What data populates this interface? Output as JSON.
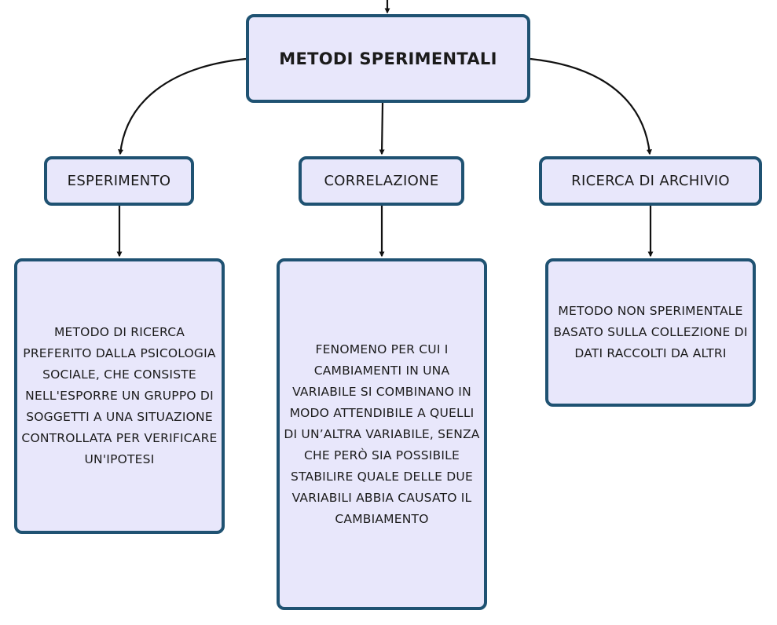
{
  "colors": {
    "node_fill": "#e8e7fb",
    "node_border": "#1f5272",
    "connector": "#111111"
  },
  "root": {
    "label": "METODI SPERIMENTALI"
  },
  "categories": [
    {
      "label": "ESPERIMENTO",
      "description": "METODO DI RICERCA PREFERITO DALLA PSICOLOGIA SOCIALE, CHE CONSISTE NELL'ESPORRE UN GRUPPO DI SOGGETTI A UNA SITUAZIONE CONTROLLATA PER VERIFICARE UN'IPOTESI"
    },
    {
      "label": "CORRELAZIONE",
      "description": "FENOMENO PER CUI I CAMBIAMENTI IN UNA VARIABILE SI COMBINANO IN MODO ATTENDIBILE A QUELLI DI UN’ALTRA VARIABILE, SENZA CHE PERÒ SIA POSSIBILE STABILIRE QUALE DELLE DUE VARIABILI ABBIA CAUSATO IL CAMBIAMENTO"
    },
    {
      "label": "RICERCA DI ARCHIVIO",
      "description": "METODO NON SPERIMENTALE BASATO SULLA COLLEZIONE DI DATI RACCOLTI DA ALTRI"
    }
  ]
}
